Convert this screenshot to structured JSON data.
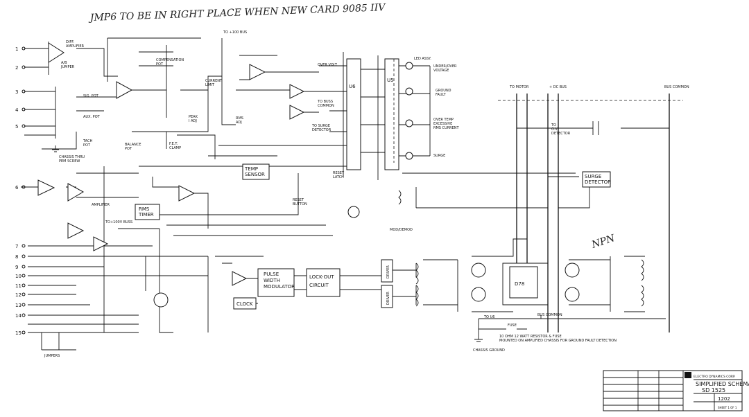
{
  "annotation": {
    "handwritten_top": "JMP6 TO BE IN RIGHT PLACE WHEN NEW CARD 9085 IIV",
    "handwritten_right": "NPN"
  },
  "blocks": {
    "temp_sensor": "TEMP\nSENSOR",
    "rms_timer": "RMS\nTIMER",
    "pulse_width_modulator": "PULSE\nWIDTH\nMODULATOR",
    "lockout_circuit": "LOCK-OUT\nCIRCUIT",
    "clock": "CLOCK",
    "driver_top": "DRIVER",
    "driver_bottom": "DRIVER",
    "surge_detector": "SURGE\nDETECTOR",
    "u6": "U6",
    "u5": "U5",
    "d78": "D78"
  },
  "labels": {
    "diff_amplifier": "DIFF.\nAMPLIFIER",
    "ab_jumper": "A/B\nJUMPER",
    "sig_pot": "SIG. POT",
    "aux_pot": "AUX. POT",
    "tach_pot": "TACH\nPOT",
    "balance_pot": "BALANCE\nPOT",
    "chassis_thru": "CHASSIS THRU\nPEM SCREW",
    "compensation_pot": "COMPENSATION\nPOT",
    "current_limit": "CURRENT\nLIMIT",
    "peak_i_adj": "PEAK\nI ADJ",
    "rms_adj": "RMS\nADJ",
    "to_100_bus": "TO +100 BUS",
    "over_volt": "OVER VOLT",
    "to_buss_common": "TO BUSS\nCOMMON",
    "to_surge_detector": "TO SURGE\nDETECTOR",
    "led_assy": "LED ASSY.",
    "under_over_voltage": "UNDER/OVER\nVOLTAGE",
    "ground_fault": "GROUND\nFAULT",
    "over_temp": "OVER TEMP\nEXCESSIVE\nRMS CURRENT",
    "surge": "SURGE",
    "to_motor": "TO MOTOR",
    "dc_bus": "+ DC BUS",
    "bus_common": "BUS COMMON",
    "to_ov_detector": "TO\nO.V.\nDETECTOR",
    "reset_latch": "RESET\nLATCH",
    "reset_button": "RESET\nBUTTON",
    "mod_demod": "MOD/DEMOD",
    "fet_clamp": "F.E.T.\nCLAMP",
    "amplifier": "AMPLIFIER",
    "to_100v_buss": "TO+100V BUSS",
    "to_u6": "TO U6",
    "fuse": "FUSE",
    "bus_common_bottom": "BUS COMMON",
    "fuse_note": "10 OHM 12 WATT RESISTOR & FUSE\nMOUNTED ON AMPLIFIED CHASSIS FOR GROUND FAULT DETECTION",
    "chassis_ground": "CHASSIS GROUND",
    "jumpers": "JUMPERS"
  },
  "connector_pins": [
    "1",
    "2",
    "3",
    "4",
    "5",
    "6",
    "7",
    "8",
    "9",
    "10",
    "11",
    "12",
    "13",
    "14",
    "15"
  ],
  "title_block": {
    "company": "ELECTRO DYNAMICS CORP.",
    "title": "SIMPLIFIED SCHEMATIC",
    "model": "SD 1525",
    "number": "1202",
    "sheet": "SHEET 1 OF 1"
  }
}
